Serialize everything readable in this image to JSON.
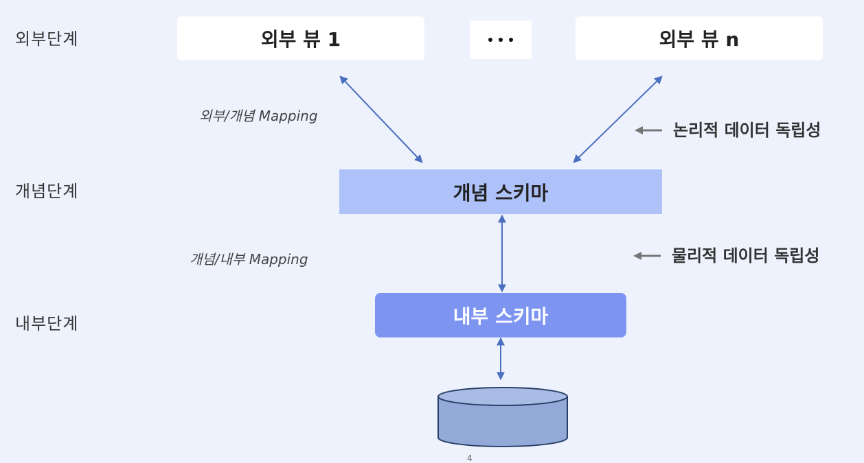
{
  "levels": {
    "external": "외부단계",
    "conceptual": "개념단계",
    "internal": "내부단계"
  },
  "boxes": {
    "external_view_1": "외부 뷰 1",
    "external_view_n": "외부 뷰 n",
    "conceptual_schema": "개념 스키마",
    "internal_schema": "내부 스키마"
  },
  "mappings": {
    "external_conceptual": "외부/개념 Mapping",
    "conceptual_internal": "개념/내부 Mapping"
  },
  "independence": {
    "logical": "논리적 데이터 독립성",
    "physical": "물리적 데이터 독립성"
  },
  "page_number": "4",
  "colors": {
    "background": "#eef2fd",
    "conceptual_box": "#aec1f8",
    "internal_box": "#7d95f1",
    "arrow": "#4a6fbf",
    "database": "#93aad9"
  }
}
